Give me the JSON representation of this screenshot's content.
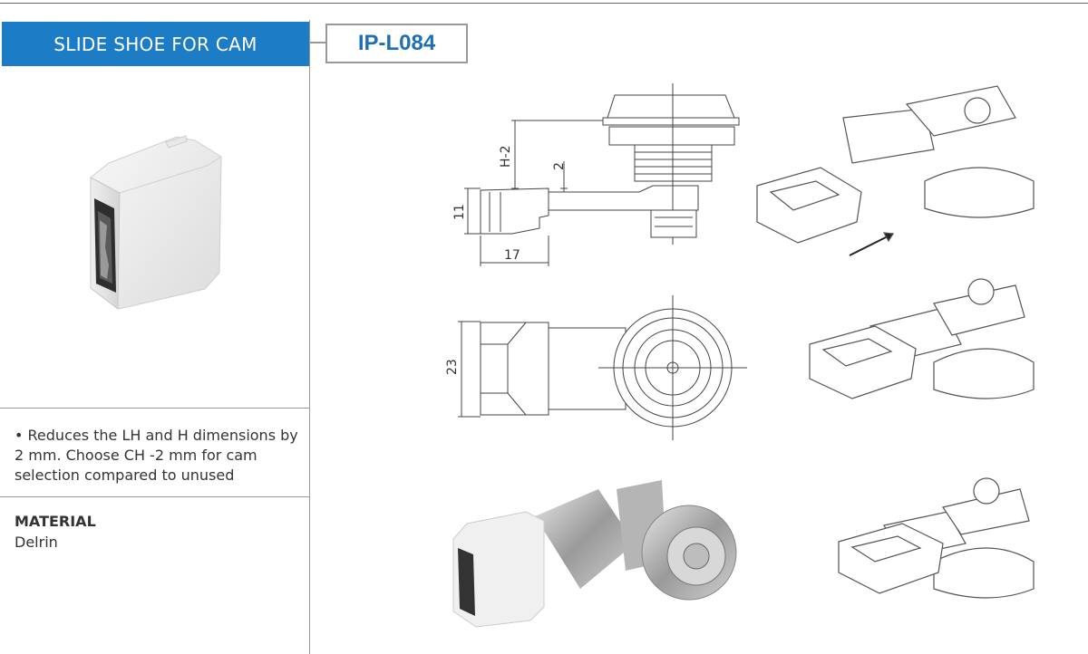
{
  "sidebar": {
    "title": "SLIDE SHOE FOR CAM",
    "note": "• Reduces the LH and H dimensions by 2 mm. Choose CH -2 mm for cam selection compared to unused",
    "material_label": "MATERIAL",
    "material_value": "Delrin"
  },
  "product_code": "IP-L084",
  "dimensions": {
    "h_minus_2": "H-2",
    "gap": "2",
    "height": "11",
    "length": "17",
    "width": "23"
  },
  "colors": {
    "accent": "#1c7cc6",
    "code_text": "#1f6fb7"
  }
}
